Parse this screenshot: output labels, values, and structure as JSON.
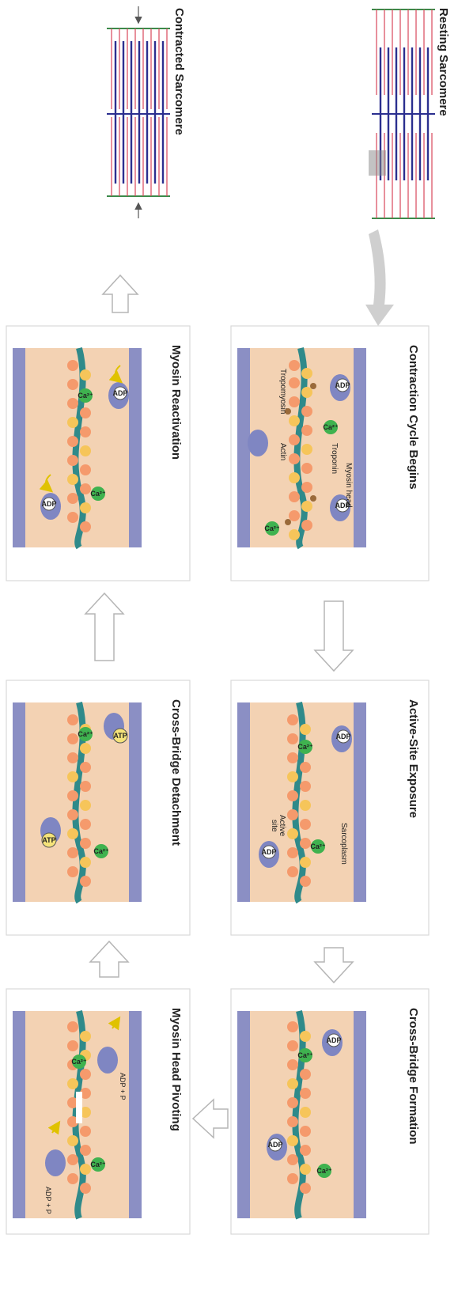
{
  "titles": {
    "resting": "Resting Sarcomere",
    "contracted": "Contracted Sarcomere",
    "cycle_begins": "Contraction Cycle Begins",
    "active_site": "Active-Site Exposure",
    "cross_bridge_formation": "Cross-Bridge Formation",
    "myosin_head_pivoting": "Myosin Head Pivoting",
    "cross_bridge_detachment": "Cross-Bridge Detachment",
    "myosin_reactivation": "Myosin Reactivation"
  },
  "labels": {
    "myosin_head": "Myosin head",
    "troponin": "Troponin",
    "tropomyosin": "Tropomyosin",
    "actin": "Actin",
    "sarcoplasm": "Sarcoplasm",
    "active": "Active",
    "site": "site",
    "adp": "ADP",
    "p": "P",
    "atp": "ATP",
    "ca": "Ca²⁺",
    "adp_plus_p": "ADP + P"
  },
  "colors": {
    "cytoplasm": "#f3d2b3",
    "thick_filament": "#8b8fc4",
    "myosin_head": "#7f86c2",
    "actin_orange": "#f59a6c",
    "actin_yellow": "#f6c55a",
    "tropomyosin": "#2f8a8a",
    "troponin": "#9a6a3a",
    "calcium": "#3fb24f",
    "arrow_outline": "#b5b5b5",
    "myosin_blue": "#2b2f8f",
    "actin_red": "#d8475b",
    "zline_green": "#3c8a4a"
  }
}
